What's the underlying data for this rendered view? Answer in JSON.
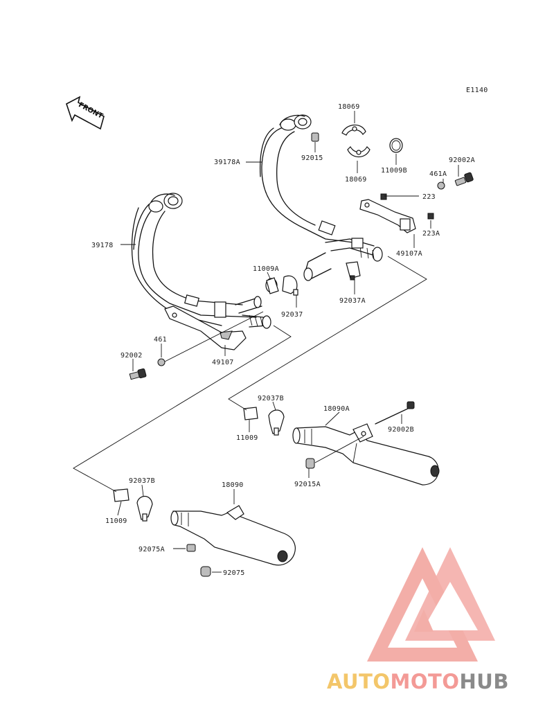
{
  "diagram": {
    "figure_code": "E1140",
    "front_label": "FRONT",
    "parts": {
      "p18069_top": "18069",
      "p18069_bottom": "18069",
      "p39178A": "39178A",
      "p92015": "92015",
      "p11009B": "11009B",
      "p92002A": "92002A",
      "p461A": "461A",
      "p223": "223",
      "p223A": "223A",
      "p49107A": "49107A",
      "p39178": "39178",
      "p11009A": "11009A",
      "p92037": "92037",
      "p92037A": "92037A",
      "p461": "461",
      "p92002": "92002",
      "p49107": "49107",
      "p92037B_right": "92037B",
      "p18090A": "18090A",
      "p11009_right": "11009",
      "p92002B": "92002B",
      "p92015A": "92015A",
      "p92037B_left": "92037B",
      "p18090": "18090",
      "p11009_left": "11009",
      "p92075A": "92075A",
      "p92075": "92075"
    }
  },
  "watermark": {
    "part1": "AUTO",
    "part2": "MOTO",
    "part3": "HUB",
    "colors": {
      "auto": "#f3c66a",
      "moto": "#f39a96",
      "hub": "#8a8a8a",
      "logo": "#f2a09a"
    }
  }
}
